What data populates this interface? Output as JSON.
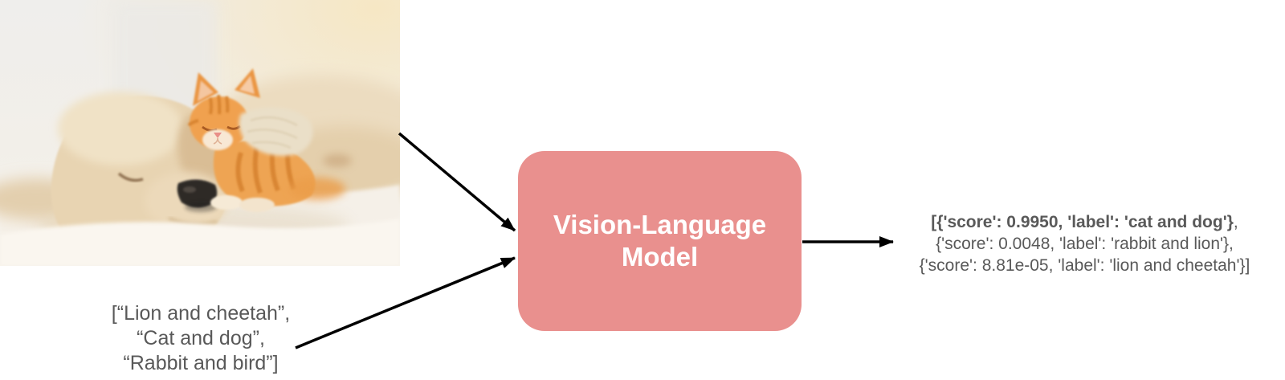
{
  "diagram": {
    "photo": {
      "alt": "Sleeping cream puppy cuddling an orange tabby kitten on a white blanket"
    },
    "input_text": {
      "line1": "[“Lion and cheetah”,",
      "line2": "“Cat and dog”,",
      "line3": "“Rabbit and bird”]"
    },
    "model_box": {
      "line1": "Vision-Language",
      "line2": "Model",
      "fill": "#E9908E",
      "text_color": "#FFFFFF"
    },
    "output_text": {
      "line1_bold": "[{'score': 0.9950, 'label': 'cat and dog'}",
      "line1_tail": ",",
      "line2": "{'score': 0.0048, 'label': 'rabbit and lion'},",
      "line3": "{'score': 8.81e-05, 'label': 'lion and cheetah'}]"
    },
    "colors": {
      "text_gray": "#595959",
      "arrow_black": "#000000",
      "background": "#FFFFFF"
    }
  }
}
